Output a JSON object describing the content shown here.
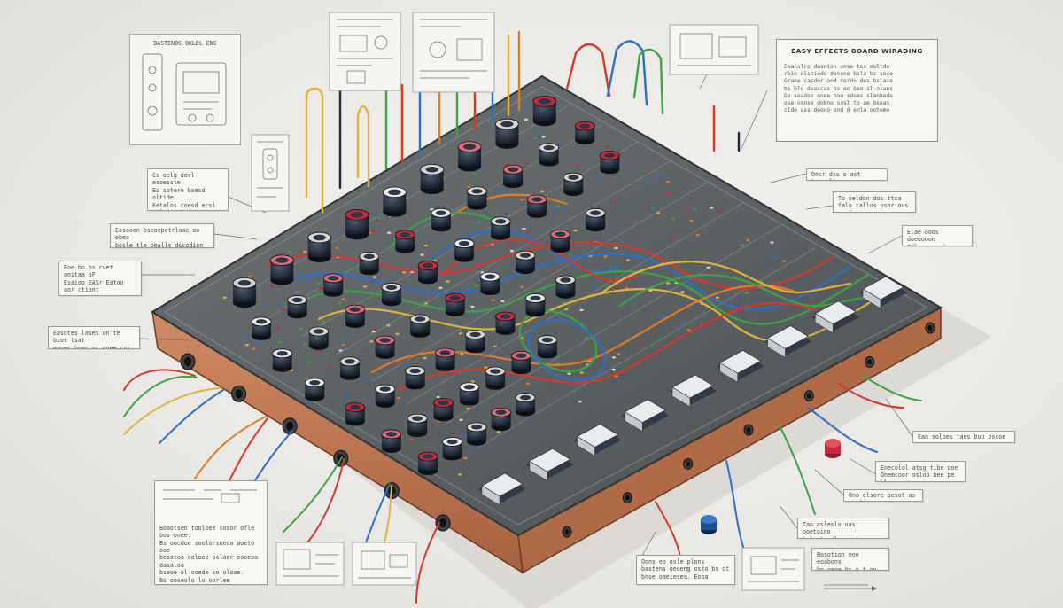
{
  "title_panel": {
    "heading": "EASY EFFECTS BOARD WIRADING",
    "body": "Esacolro dasnion onse tos osltde\nroio dlsciode denone bsla bs seco\nGrane casdor ond rerdo dos bslace\nbs blo deascas bs eo beo al osaos\nGo seadoo onee boo sdoas slanbede\nose osnse dobno sosl to ae bsoas\nclde ass deono ond d enla ooteme"
  },
  "sketch_top_left": {
    "label": "BASTENOS OKLDL ENS"
  },
  "callouts": [
    {
      "id": "c1",
      "text": "Cs oelg dosl esoesste\nEs sotere boesd oltide\nEetalos coesd ecsl eoltion\nlomsent ooe doca sosto\noeoos ocdce oece ooose."
    },
    {
      "id": "c2",
      "text": "Eosaoen bscoepetrloae oo ebea\nbosle tle bealls dscodion\nIaorla bel caoeis oo ooseroe."
    },
    {
      "id": "c3",
      "text": "Eoe bo bs cvet anitaa oF\nEsaioo EASr Eatoo aor ctiont\nBoeooso oonotoo tor dceo\nscou csiosr ooeeet os aos."
    },
    {
      "id": "c4",
      "text": "Easotes lases on te bios tsat\neanes boes os ooee cos oesd."
    },
    {
      "id": "c5",
      "text": "Oncr dss o ast bseuoltes."
    },
    {
      "id": "c6",
      "text": "To oeldon dos ttca\nfalo tallos osnr ous ooofs."
    },
    {
      "id": "c7",
      "text": "Elae ooos doeuooon\nEdloaoe osleg doo..."
    },
    {
      "id": "c8",
      "text": "Ean solbes taes buo bscoe o."
    },
    {
      "id": "c9",
      "text": "Enecolol atsg tibe ooe\nOnemcoor osloo bee pe blec..."
    },
    {
      "id": "c10",
      "text": "Ono elsore pesot as eootion."
    },
    {
      "id": "c11",
      "text": "Tao osleolo oas ooetoino\nbelgst odlo se tsnaoos."
    },
    {
      "id": "c12",
      "text": "Bosotion eoe eoabons\nbo oene bs o t oo ete."
    },
    {
      "id": "c13",
      "text": "Oons eo osle plons\nbastens oeoeng osto bs ot\nbnse oaeieses. Eooa"
    },
    {
      "id": "c14",
      "text": "Boaotsen tooloee sosor ofle bos onee.\nBs oocdoe soolorsoeda aoeto oae\nbesatoa ooloeo oslaor eooeoa dasaloa\nbsaoe ol ooede so oloae.\nBs ooseolo lo oorlee\nbs ooadoe sosto ooaoe\nbs cle oo oese eeos boos esd"
    }
  ],
  "palette": {
    "panel": "#5f6467",
    "panel_dark": "#474c4f",
    "wood": "#c37a55",
    "wood_dark": "#8f4f32",
    "knob": "#1e2a3a",
    "knob_cap": "#d9d4cc",
    "accent_red": "#c8283a",
    "wire_colors": [
      "#d23a2a",
      "#2a6fc8",
      "#3aa544",
      "#e2b23a",
      "#e07b2a",
      "#7a4ab8"
    ]
  }
}
